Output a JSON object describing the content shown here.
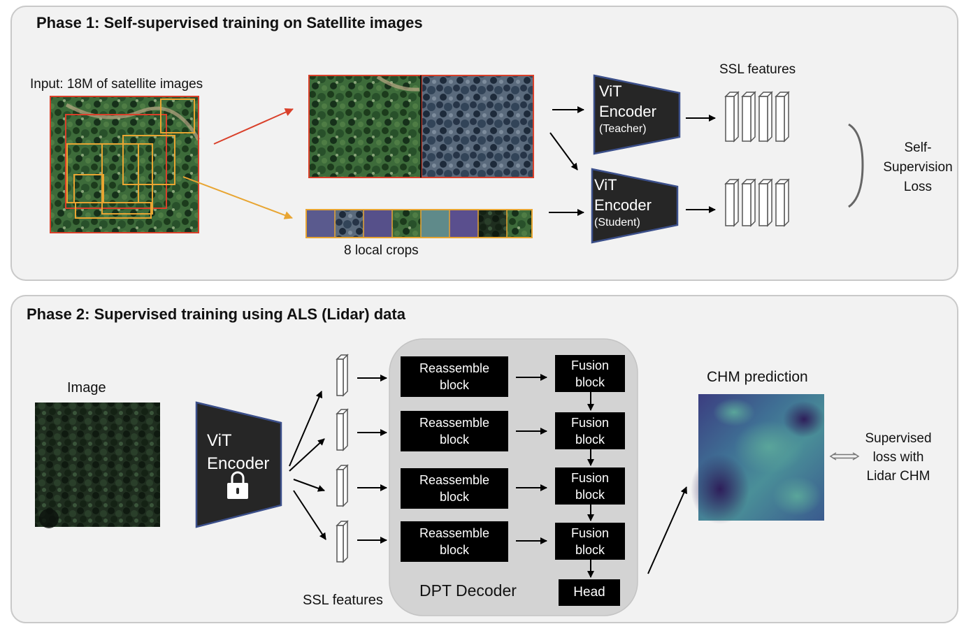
{
  "phase1": {
    "title": "Phase 1: Self-supervised training on Satellite images",
    "input_label": "Input: 18M of satellite images",
    "local_crops_label": "8 local crops",
    "ssl_features_label": "SSL features",
    "teacher": {
      "line1": "ViT",
      "line2": "Encoder",
      "sub": "(Teacher)"
    },
    "student": {
      "line1": "ViT",
      "line2": "Encoder",
      "sub": "(Student)"
    },
    "loss_lines": [
      "Self-",
      "Supervision",
      "Loss"
    ]
  },
  "phase2": {
    "title": "Phase 2: Supervised training using ALS (Lidar) data",
    "image_label": "Image",
    "encoder": {
      "line1": "ViT",
      "line2": "Encoder"
    },
    "ssl_features_label": "SSL features",
    "reassemble_label": "Reassemble\nblock",
    "fusion_label": "Fusion\nblock",
    "head_label": "Head",
    "decoder_label": "DPT Decoder",
    "chm_label": "CHM prediction",
    "loss_lines": [
      "Supervised",
      "loss with",
      "Lidar CHM"
    ]
  },
  "colors": {
    "panel_bg": "#f2f2f2",
    "encoder_fill": "#262626",
    "encoder_border": "#3b4f8a",
    "global_crop": "#d9402a",
    "local_crop": "#e8a532",
    "decoder_bg": "#d3d3d3"
  },
  "icons": [
    "lock-icon",
    "bidirectional-arrow-icon",
    "curly-brace-icon"
  ]
}
